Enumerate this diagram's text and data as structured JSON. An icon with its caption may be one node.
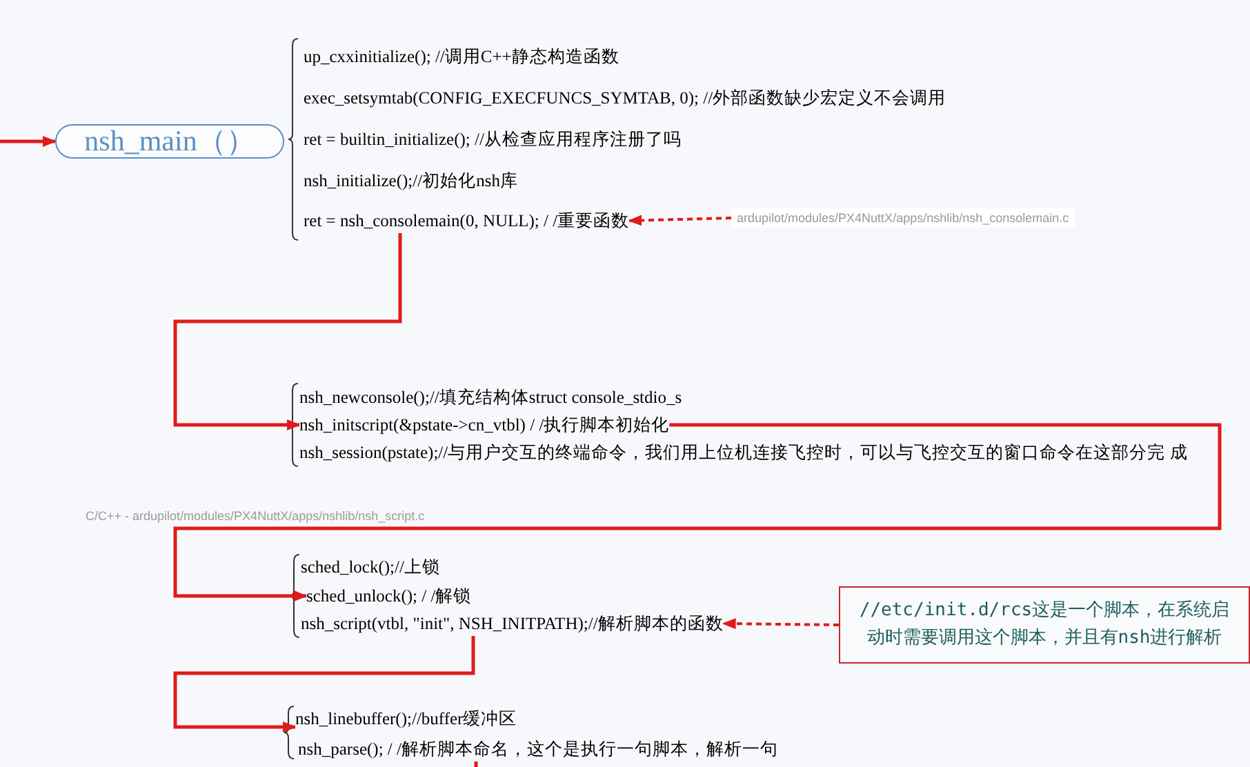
{
  "diagram": {
    "nodes": [
      {
        "text": [
          "nsh_main（）"
        ]
      },
      {
        "text": [
          "up_cxxinitialize(); //调用C++静态构造函数"
        ]
      },
      {
        "text": [
          "exec_setsymtab(CONFIG_EXECFUNCS_SYMTAB, 0); //外部函数缺少宏定义不会调用"
        ]
      },
      {
        "text": [
          "ret = builtin_initialize(); //从检查应用程序注册了吗"
        ]
      },
      {
        "text": [
          "nsh_initialize();//初始化nsh库"
        ]
      },
      {
        "text": [
          "ret = nsh_consolemain(0, NULL); / /重要函数"
        ]
      },
      {
        "text": [
          "ardupilot/modules/PX4NuttX/apps/nshlib/nsh_consolemain.c"
        ]
      },
      {
        "text": [
          "nsh_newconsole();//填充结构体struct console_stdio_s"
        ]
      },
      {
        "text": [
          "nsh_initscript(&pstate->cn_vtbl) / /执行脚本初始化"
        ]
      },
      {
        "text": [
          "nsh_session(pstate);//与用户交互的终端命令，我们用上位机连接飞控时，可以与飞控交互的窗口命令在这部分完 成"
        ]
      },
      {
        "text": [
          "sched_lock();//上锁"
        ]
      },
      {
        "text": [
          "sched_unlock(); / /解锁"
        ]
      },
      {
        "text": [
          "nsh_script(vtbl, \"init\", NSH_INITPATH);//解析脚本的函数"
        ]
      },
      {
        "text": [
          "//etc/init.d/rcs这是一个脚本，在系统启动时需要调用这个脚本，并且有nsh进行解析"
        ]
      },
      {
        "text": [
          "nsh_linebuffer();//buffer缓冲区"
        ]
      },
      {
        "text": [
          "nsh_parse(); / /解析脚本命名，这个是执行一句脚本，解析一句"
        ]
      }
    ],
    "edges": [
      {
        "from": null,
        "to": 0,
        "arrow": "to"
      },
      {
        "from": 5,
        "to": 8,
        "arrow": "to"
      },
      {
        "from": 8,
        "to": 11,
        "arrow": "to"
      },
      {
        "from": 12,
        "to": 14,
        "arrow": "to"
      },
      {
        "from": 15,
        "to": null,
        "arrow": "none"
      },
      {
        "from": 6,
        "to": 5,
        "arrow": "to",
        "style": "dashed"
      },
      {
        "from": 13,
        "to": 12,
        "arrow": "to",
        "style": "dashed"
      }
    ],
    "labels": [
      "C/C++ - ardupilot/modules/PX4NuttX/apps/nshlib/nsh_script.c"
    ]
  }
}
